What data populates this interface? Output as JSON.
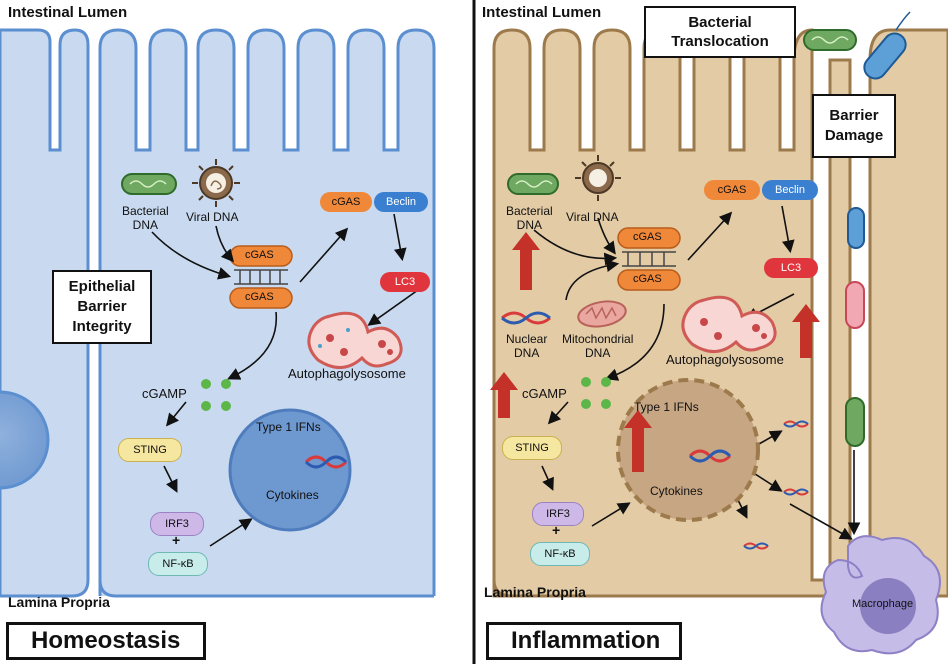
{
  "left_panel": {
    "lumen_label": "Intestinal Lumen",
    "lamina_label": "Lamina Propria",
    "footer_label": "Homeostasis",
    "integrity_box": [
      "Epithelial",
      "Barrier",
      "Integrity"
    ],
    "bacterial_dna": [
      "Bacterial",
      "DNA"
    ],
    "viral_dna": "Viral DNA",
    "cgas": "cGAS",
    "beclin": "Beclin",
    "lc3": "LC3",
    "autophagolysosome": "Autophagolysosome",
    "cgamp": "cGAMP",
    "sting": "STING",
    "irf3": "IRF3",
    "plus": "+",
    "nfkb": "NF-κB",
    "type1_ifns": "Type 1 IFNs",
    "cytokines": "Cytokines"
  },
  "right_panel": {
    "lumen_label": "Intestinal Lumen",
    "lamina_label": "Lamina Propria",
    "footer_label": "Inflammation",
    "translocation_box": [
      "Bacterial",
      "Translocation"
    ],
    "damage_box": [
      "Barrier",
      "Damage"
    ],
    "bacterial_dna": [
      "Bacterial",
      "DNA"
    ],
    "viral_dna": "Viral DNA",
    "nuclear_dna": [
      "Nuclear",
      "DNA"
    ],
    "mito_dna": [
      "Mitochondrial",
      "DNA"
    ],
    "cgas": "cGAS",
    "beclin": "Beclin",
    "lc3": "LC3",
    "autophagolysosome": "Autophagolysosome",
    "cgamp": "cGAMP",
    "sting": "STING",
    "irf3": "IRF3",
    "plus": "+",
    "nfkb": "NF-κB",
    "type1_ifns": "Type 1 IFNs",
    "cytokines": "Cytokines",
    "macrophage": "Macrophage"
  },
  "colors": {
    "homeostasis_cell": "#c9daf0",
    "homeostasis_border": "#5b8fd0",
    "inflammation_cell": "#e3cba6",
    "inflammation_border": "#9d7a4c",
    "cgas": "#f0883a",
    "beclin": "#3a7fd0",
    "lc3": "#e0353c",
    "sting": "#f5e6a0",
    "irf3": "#cdb8e8",
    "nfkb": "#c7ecea",
    "up_arrow": "#c43128",
    "macrophage": "#c5bce8"
  }
}
